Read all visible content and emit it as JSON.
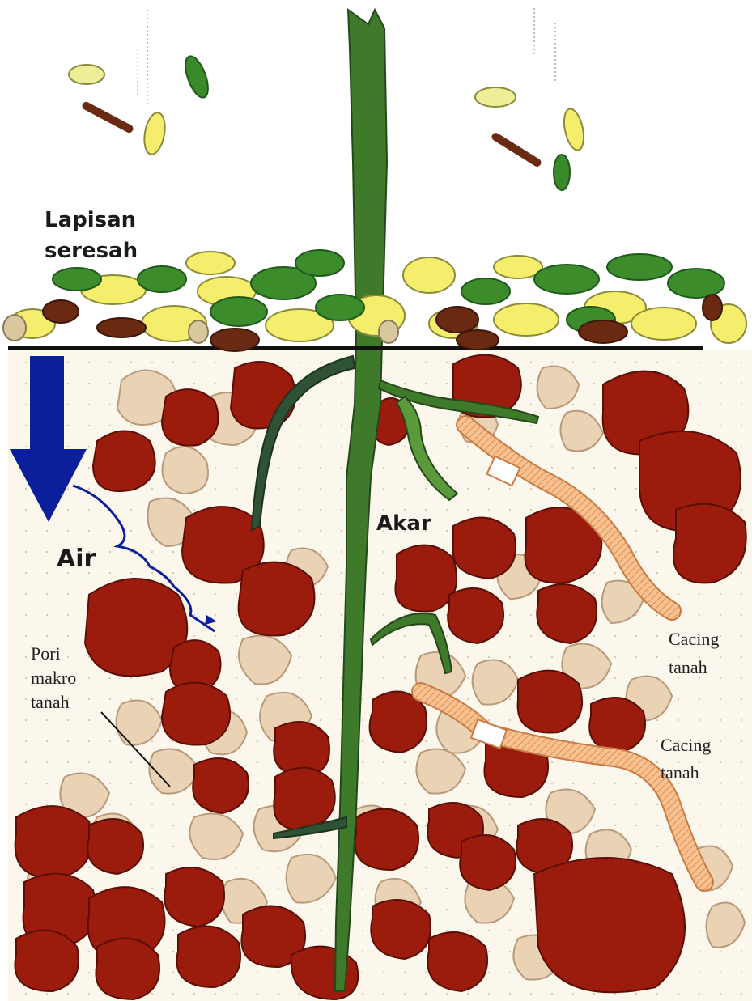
{
  "labels": {
    "litter": [
      "Lapisan",
      "seresah"
    ],
    "water": "Air",
    "root": "Akar",
    "macropore": [
      "Pori",
      "makro",
      "tanah"
    ],
    "worm1": [
      "Cacing",
      "tanah"
    ],
    "worm2": [
      "Cacing",
      "tanah"
    ]
  },
  "colors": {
    "aggregate_dark": "#9b1c0c",
    "aggregate_light": "#ead3b5",
    "soil_bg": "#fbf7ec",
    "root": "#3f7a2b",
    "root_dark": "#2e5233",
    "litter_yellow": "#f4ee6c",
    "litter_green": "#3c8c2c",
    "litter_brown": "#6a2a12",
    "water_arrow": "#0b1f9c",
    "worm": "#f3b27c"
  },
  "icons": {
    "water_flow": "down-arrow-icon",
    "root": "plant-root-icon",
    "worm": "earthworm-icon"
  }
}
